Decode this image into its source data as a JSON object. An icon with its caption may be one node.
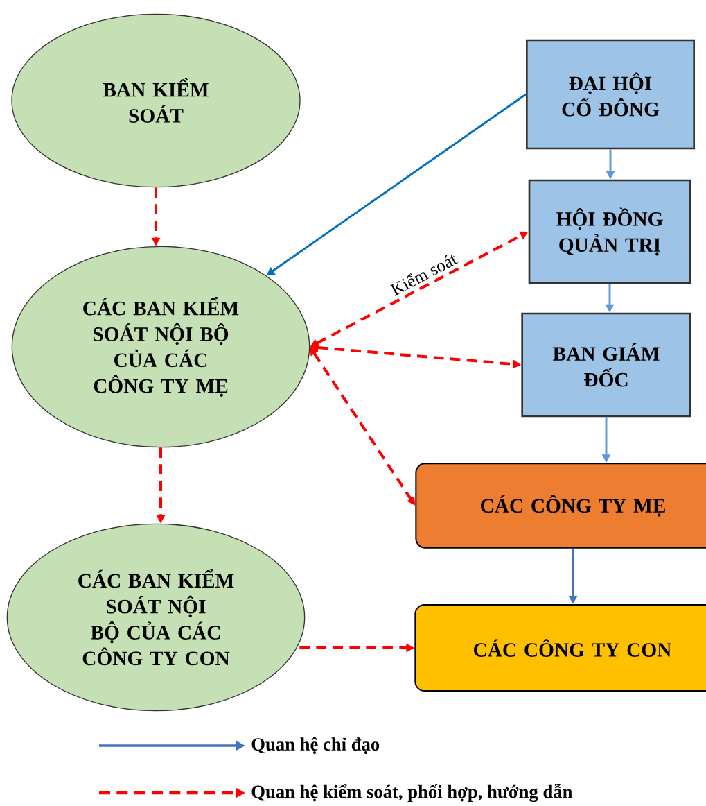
{
  "diagram": {
    "nodes": [
      {
        "text": [
          "BAN KIỂM SOÁT"
        ]
      },
      {
        "text": [
          "ĐẠI HỘI CỔ ĐÔNG"
        ]
      },
      {
        "text": [
          "HỘI ĐỒNG QUẢN TRỊ"
        ]
      },
      {
        "text": [
          "CÁC BAN KIỂM SOÁT NỘI BỘ CỦA CÁC CÔNG TY MẸ"
        ]
      },
      {
        "text": [
          "BAN GIÁM ĐỐC"
        ]
      },
      {
        "text": [
          "CÁC CÔNG TY MẸ"
        ]
      },
      {
        "text": [
          "CÁC BAN KIỂM SOÁT NỘI BỘ CỦA CÁC CÔNG TY CON"
        ]
      },
      {
        "text": [
          "CÁC CÔNG TY CON"
        ]
      }
    ],
    "edges": [
      {
        "from": 0,
        "to": 3,
        "arrow": "to",
        "style": "dashed",
        "color": "#ff0000"
      },
      {
        "from": 1,
        "to": 3,
        "arrow": "to",
        "color": "#0070c0"
      },
      {
        "from": 1,
        "to": 2,
        "arrow": "to",
        "color": "#5b9bd5"
      },
      {
        "from": 3,
        "to": 2,
        "arrow": "both",
        "label": "Kiểm soát",
        "style": "dashed",
        "color": "#ff0000"
      },
      {
        "from": 2,
        "to": 4,
        "arrow": "to",
        "color": "#5b9bd5"
      },
      {
        "from": 3,
        "to": 4,
        "arrow": "both",
        "style": "dashed",
        "color": "#ff0000"
      },
      {
        "from": 3,
        "to": 5,
        "arrow": "both",
        "style": "dashed",
        "color": "#ff0000"
      },
      {
        "from": 4,
        "to": 5,
        "arrow": "to",
        "color": "#5b9bd5"
      },
      {
        "from": 3,
        "to": 6,
        "arrow": "to",
        "style": "dashed",
        "color": "#ff0000"
      },
      {
        "from": 5,
        "to": 7,
        "arrow": "to",
        "color": "#4472c4"
      },
      {
        "from": 6,
        "to": 7,
        "arrow": "to",
        "style": "dashed",
        "color": "#ff0000"
      }
    ],
    "legend": [
      {
        "text": "Quan hệ chỉ đạo"
      },
      {
        "text": "Quan hệ kiểm soát, phối hợp, hướng dẫn"
      }
    ]
  }
}
